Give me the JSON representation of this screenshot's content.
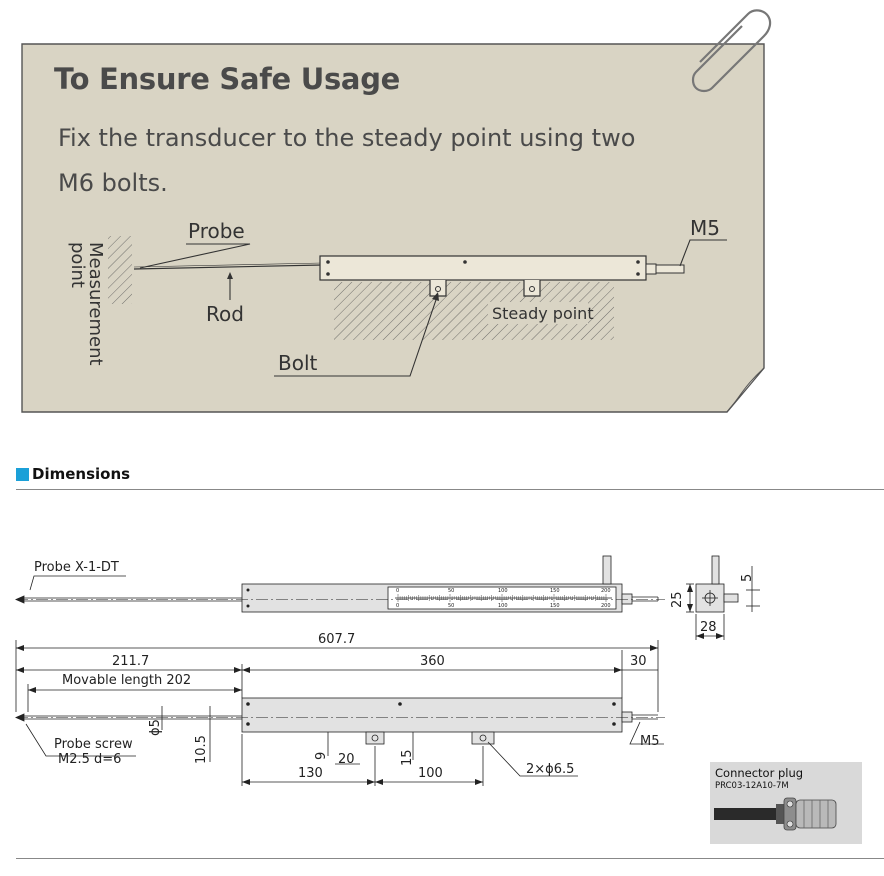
{
  "note": {
    "title": "To Ensure Safe Usage",
    "body": "Fix the transducer to the steady point using two M6 bolts.",
    "labels": {
      "probe": "Probe",
      "measurement_point": "Measurement point",
      "rod": "Rod",
      "bolt": "Bolt",
      "steady_point": "Steady point",
      "m5": "M5"
    }
  },
  "dimensions": {
    "section_title": "Dimensions",
    "labels": {
      "probe_model": "Probe X-1-DT",
      "total_length": "607.7",
      "left_length": "211.7",
      "body_length": "360",
      "end_length": "30",
      "movable_length": "Movable length 202",
      "probe_screw_line1": "Probe screw",
      "probe_screw_line2": "M2.5 d=6",
      "dia_5": "ϕ5",
      "height_10_5": "10.5",
      "dim_9": "9",
      "dim_20": "20",
      "dim_15": "15",
      "dim_130": "130",
      "dim_100": "100",
      "holes": "2×ϕ6.5",
      "m5": "M5",
      "side_25": "25",
      "side_28": "28",
      "side_5": "5"
    },
    "scale_top": [
      "0",
      "50",
      "100",
      "150",
      "200"
    ],
    "scale_bottom": [
      "0",
      "50",
      "100",
      "150",
      "200"
    ],
    "connector": {
      "title": "Connector plug",
      "model": "PRC03-12A10-7M"
    }
  },
  "colors": {
    "note_background": "#d9d4c4",
    "accent": "#1ba0d8",
    "body_fill": "#e2e2e2"
  }
}
